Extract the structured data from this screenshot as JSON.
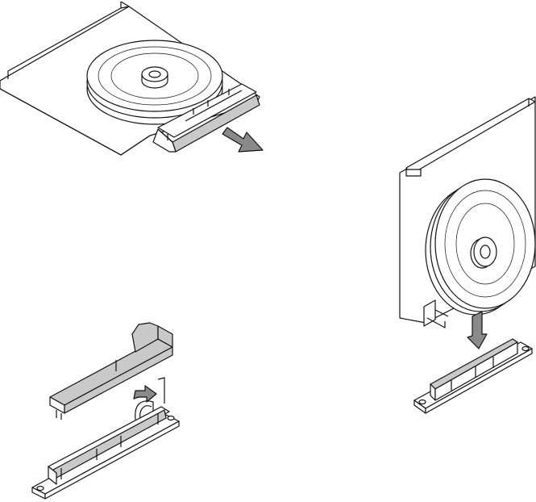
{
  "figure": {
    "colors": {
      "outline": "#111111",
      "panel": "#ffffff",
      "rail": "#c9c9c9",
      "arrow": "#8a8a8a"
    },
    "panels": [
      {
        "name": "drive-board-horizontal-removal",
        "arrow_icon": "arrow-right-down-icon"
      },
      {
        "name": "drive-board-vertical-insertion",
        "arrow_icon": "arrow-down-icon"
      },
      {
        "name": "connector-latch-detail",
        "arrow_icon": "arrow-curved-icon"
      }
    ]
  }
}
